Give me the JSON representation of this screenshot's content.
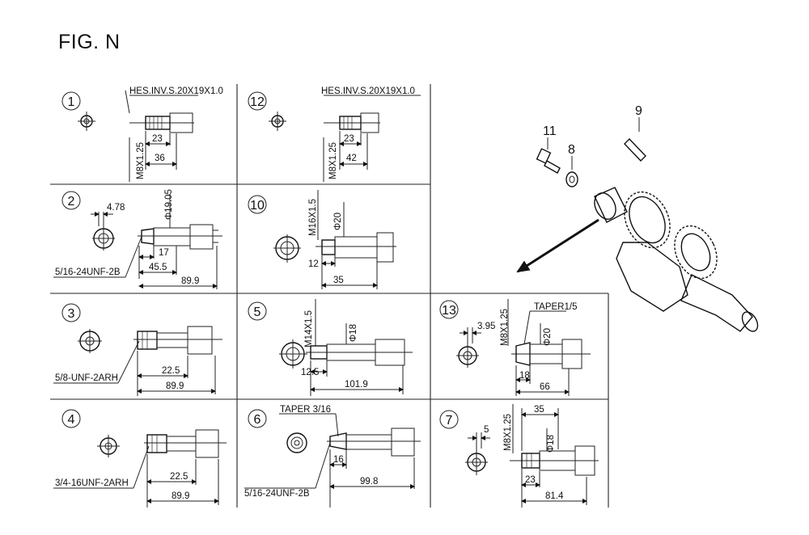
{
  "figure": {
    "title": "FIG. N"
  },
  "panels": [
    {
      "id": "1",
      "labels": [
        "HES.INV.S.20X19X1.0",
        "M8X1.25",
        "23",
        "36"
      ]
    },
    {
      "id": "12",
      "labels": [
        "HES.INV.S.20X19X1.0",
        "M8X1.25",
        "23",
        "42"
      ]
    },
    {
      "id": "2",
      "labels": [
        "4.78",
        "Φ19.05",
        "17",
        "45.5",
        "89.9",
        "5/16-24UNF-2B"
      ]
    },
    {
      "id": "10",
      "labels": [
        "M16X1.5",
        "Φ20",
        "12",
        "35"
      ]
    },
    {
      "id": "3",
      "labels": [
        "22.5",
        "89.9",
        "5/8-UNF-2ARH"
      ]
    },
    {
      "id": "5",
      "labels": [
        "M14X1.5",
        "Φ18",
        "12.5",
        "101.9"
      ]
    },
    {
      "id": "13",
      "labels": [
        "3.95",
        "M8X1.25",
        "TAPER1/5",
        "Φ20",
        "18",
        "66"
      ]
    },
    {
      "id": "4",
      "labels": [
        "22.5",
        "89.9",
        "3/4-16UNF-2ARH"
      ]
    },
    {
      "id": "6",
      "labels": [
        "TAPER 3/16",
        "16",
        "99.8",
        "5/16-24UNF-2B"
      ]
    },
    {
      "id": "7",
      "labels": [
        "5",
        "M8X1.25",
        "35",
        "Φ18",
        "23",
        "81.4"
      ]
    }
  ],
  "parts": [
    {
      "id": "11"
    },
    {
      "id": "8"
    },
    {
      "id": "9"
    }
  ]
}
